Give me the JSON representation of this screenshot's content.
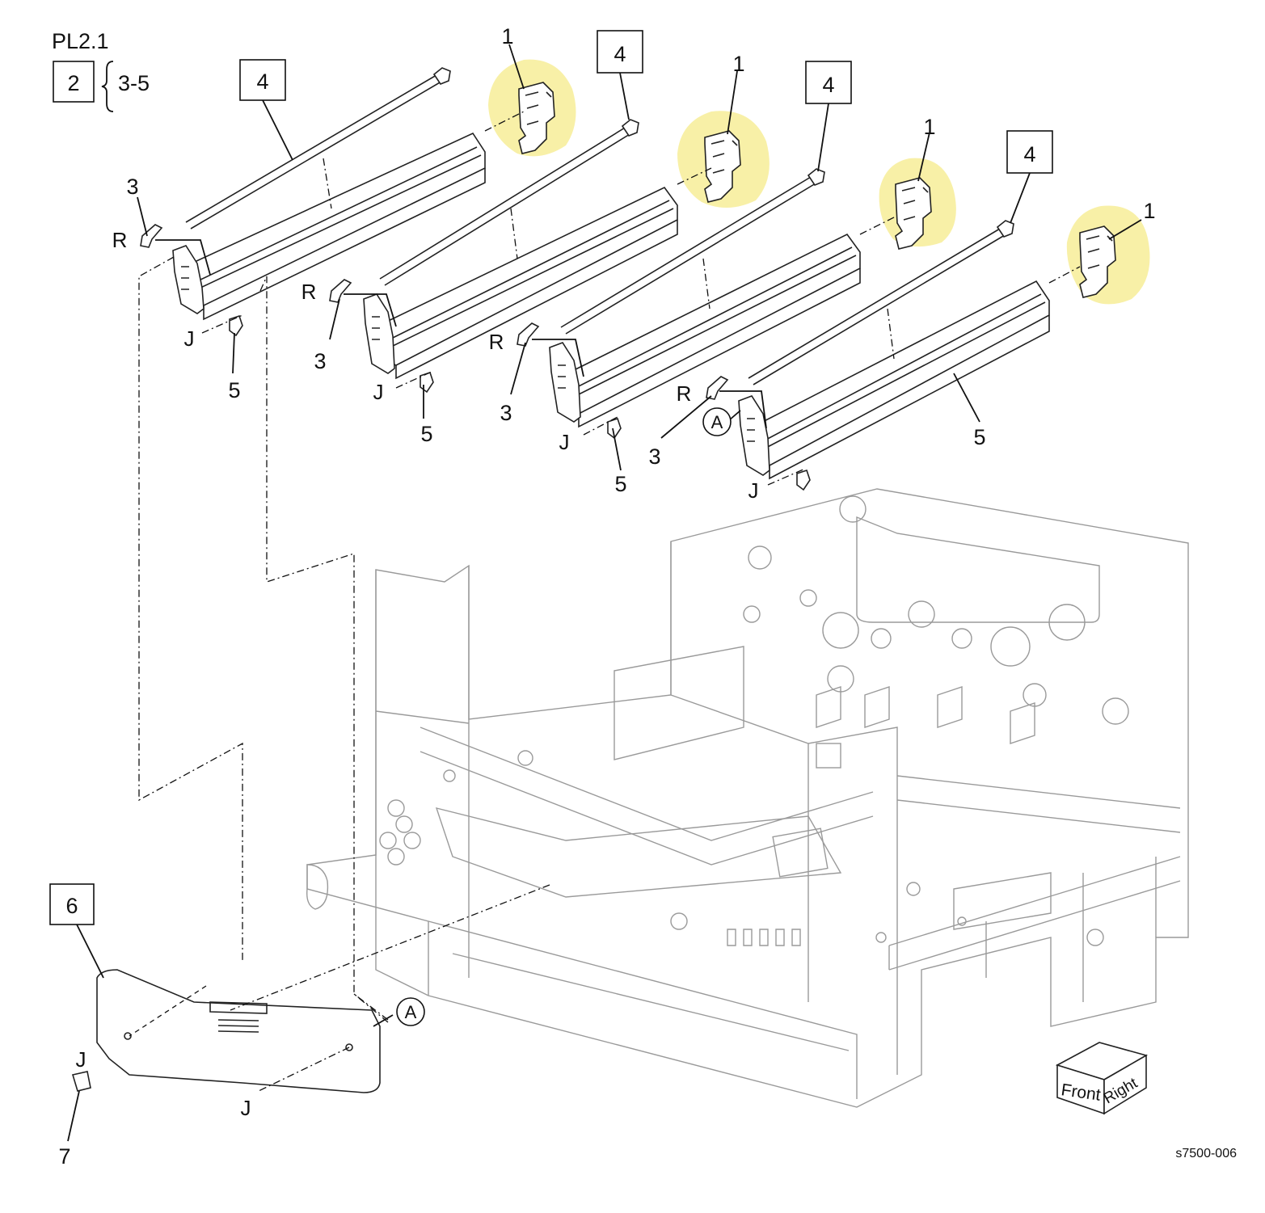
{
  "figure": {
    "page_ref": "PL2.1",
    "group_label": "2",
    "group_range": "3-5",
    "drawing_id": "s7500-006",
    "highlight_color": "#f6eb8a"
  },
  "callouts": {
    "part1": "1",
    "part3": "3",
    "part4": "4",
    "part5": "5",
    "part6": "6",
    "part7": "7",
    "ref_r": "R",
    "ref_j": "J",
    "ref_a": "A"
  },
  "orientation_cube": {
    "front": "Front",
    "right": "Right"
  }
}
